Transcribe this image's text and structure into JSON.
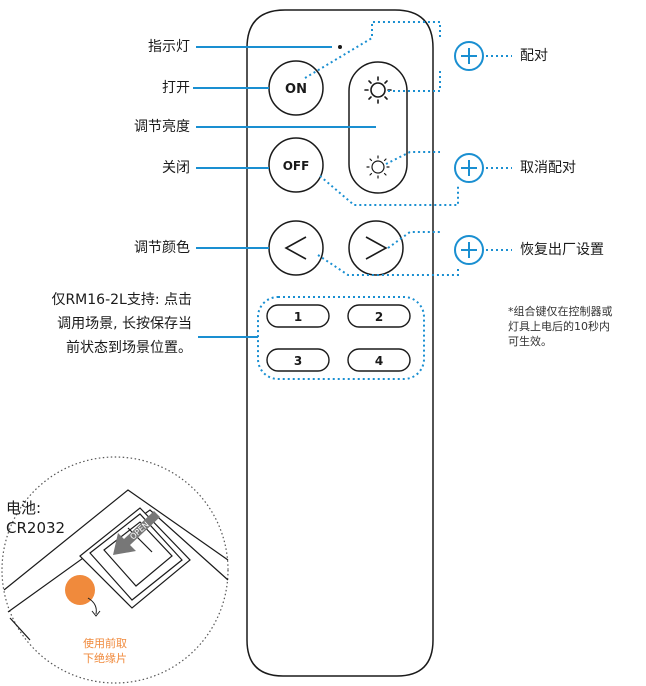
{
  "labels": {
    "indicator": "指示灯",
    "on": "打开",
    "brightness": "调节亮度",
    "off": "关闭",
    "color": "调节颜色",
    "rm16_line1": "仅RM16-2L支持: 点击",
    "rm16_line2": "调用场景, 长按保存当",
    "rm16_line3": "前状态到场景位置。",
    "pair": "配对",
    "unpair": "取消配对",
    "reset": "恢复出厂设置"
  },
  "note": {
    "line1": "*组合键仅在控制器或",
    "line2": "灯具上电后的10秒内",
    "line3": "可生效。"
  },
  "buttons": {
    "on": "ON",
    "off": "OFF",
    "left": "<",
    "right": ">",
    "scene1": "1",
    "scene2": "2",
    "scene3": "3",
    "scene4": "4",
    "plus": "+"
  },
  "battery": {
    "label_line1": "电池:",
    "label_line2": "CR2032",
    "open_text": "OPEN",
    "warning_line1": "使用前取",
    "warning_line2": "下绝缘片"
  },
  "colors": {
    "accent": "#1a8fd1",
    "warning": "#f08a3c"
  }
}
